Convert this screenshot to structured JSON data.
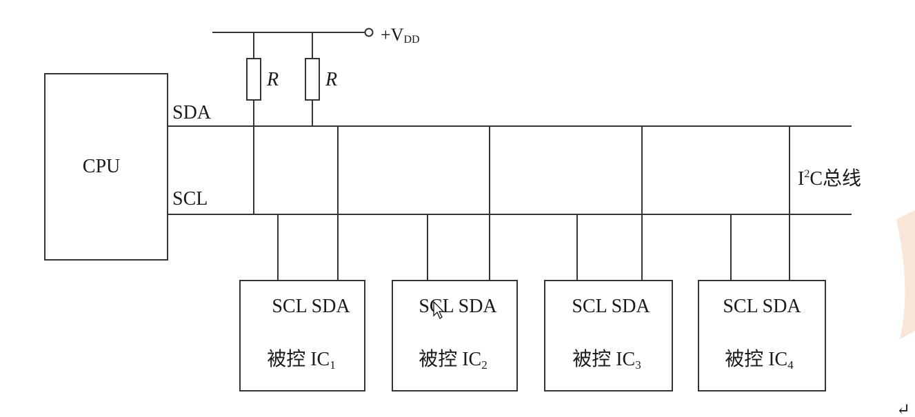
{
  "supply": {
    "plus": "+V",
    "sub": "DD"
  },
  "resistors": [
    {
      "label": "R"
    },
    {
      "label": "R"
    }
  ],
  "cpu": {
    "label": "CPU"
  },
  "bus_labels": {
    "sda": "SDA",
    "scl": "SCL"
  },
  "bus_name": {
    "base": "I",
    "sup": "2",
    "rest": "C总线"
  },
  "devices": [
    {
      "pins": "SCL SDA",
      "name": "被控 IC",
      "sub": "1"
    },
    {
      "pins": "SCL SDA",
      "name": "被控 IC",
      "sub": "2"
    },
    {
      "pins": "SCL SDA",
      "name": "被控 IC",
      "sub": "3"
    },
    {
      "pins": "SCL SDA",
      "name": "被控 IC",
      "sub": "4"
    }
  ],
  "corner_mark": "↵",
  "colors": {
    "line": "#333333",
    "text": "#1a1a1a",
    "watermark": "#f6dcc8"
  }
}
